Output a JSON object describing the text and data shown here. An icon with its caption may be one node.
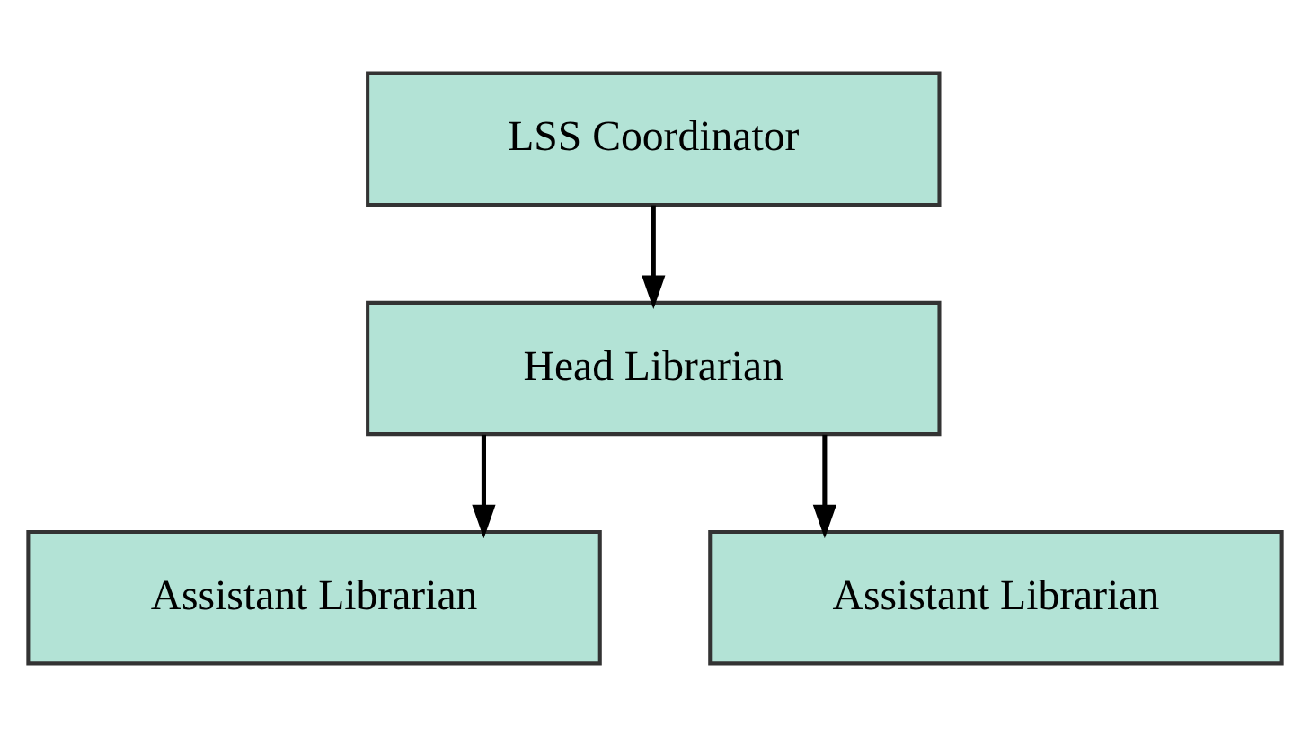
{
  "diagram": {
    "nodes": [
      {
        "text": [
          "LSS Coordinator"
        ]
      },
      {
        "text": [
          "Head Librarian"
        ]
      },
      {
        "text": [
          "Assistant Librarian"
        ]
      },
      {
        "text": [
          "Assistant Librarian"
        ]
      }
    ],
    "edges": [
      {
        "from": 0,
        "to": 1,
        "arrow": "to"
      },
      {
        "from": 1,
        "to": 2,
        "arrow": "to"
      },
      {
        "from": 1,
        "to": 3,
        "arrow": "to"
      }
    ]
  }
}
